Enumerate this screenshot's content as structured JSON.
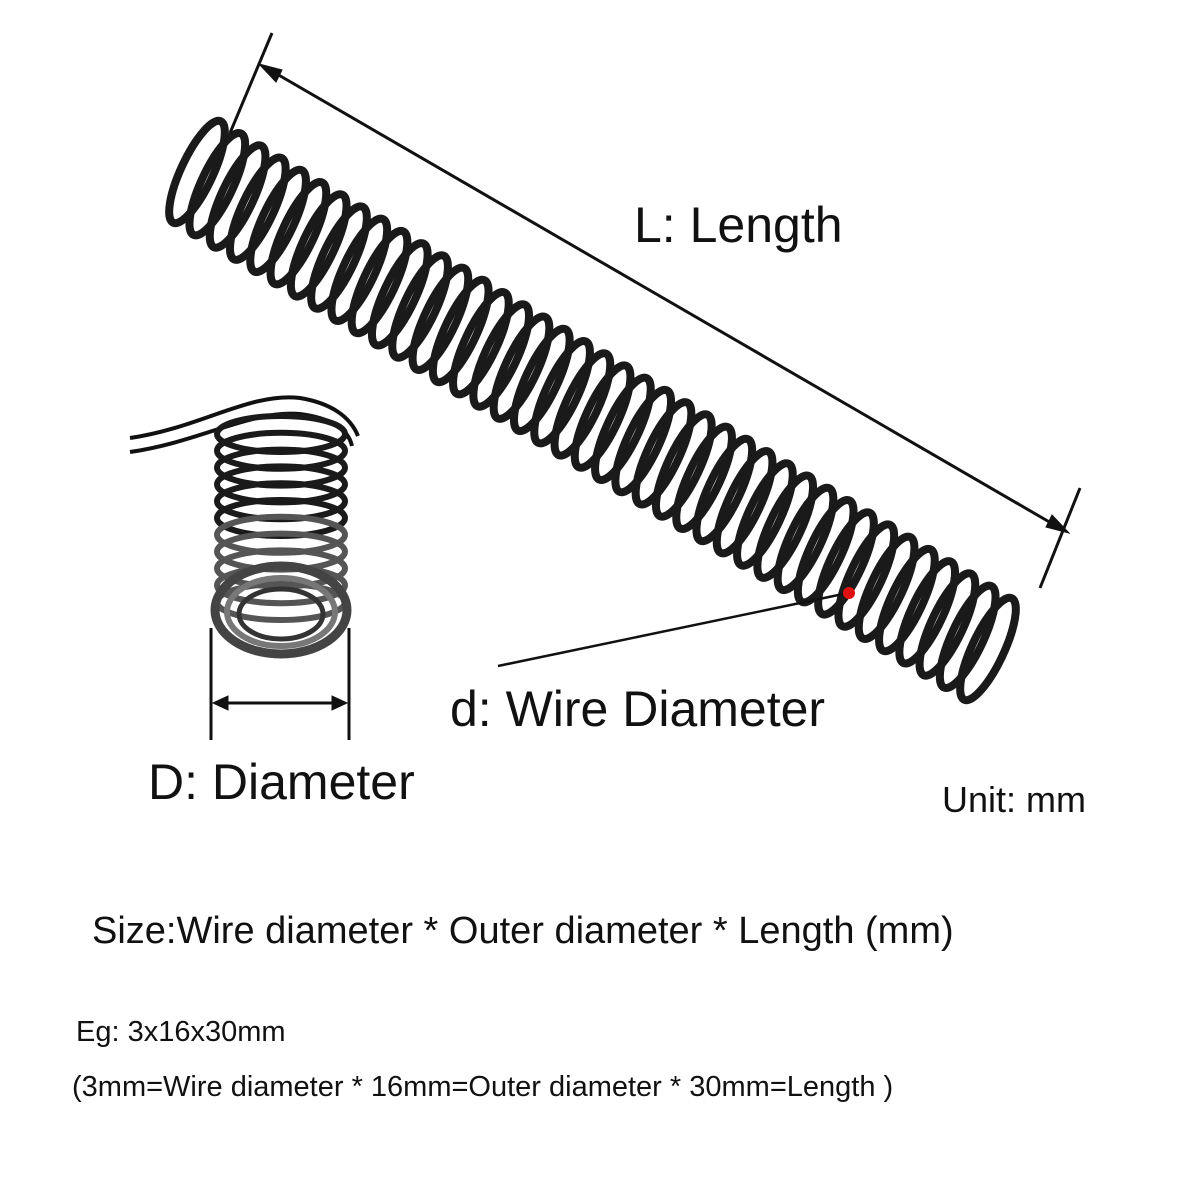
{
  "labels": {
    "length": "L: Length",
    "wire_diameter": "d: Wire Diameter",
    "diameter": "D: Diameter",
    "unit": "Unit: mm"
  },
  "size_note": "Size:Wire diameter * Outer diameter * Length (mm)",
  "example": {
    "code": "Eg: 3x16x30mm",
    "explanation": "(3mm=Wire diameter * 16mm=Outer diameter * 30mm=Length )"
  },
  "colors": {
    "line": "#111111",
    "spring": "#1a1a1a",
    "highlight": "#e01010"
  },
  "icons": {
    "long_spring": "compression-spring",
    "end_spring": "spring-end-view"
  }
}
